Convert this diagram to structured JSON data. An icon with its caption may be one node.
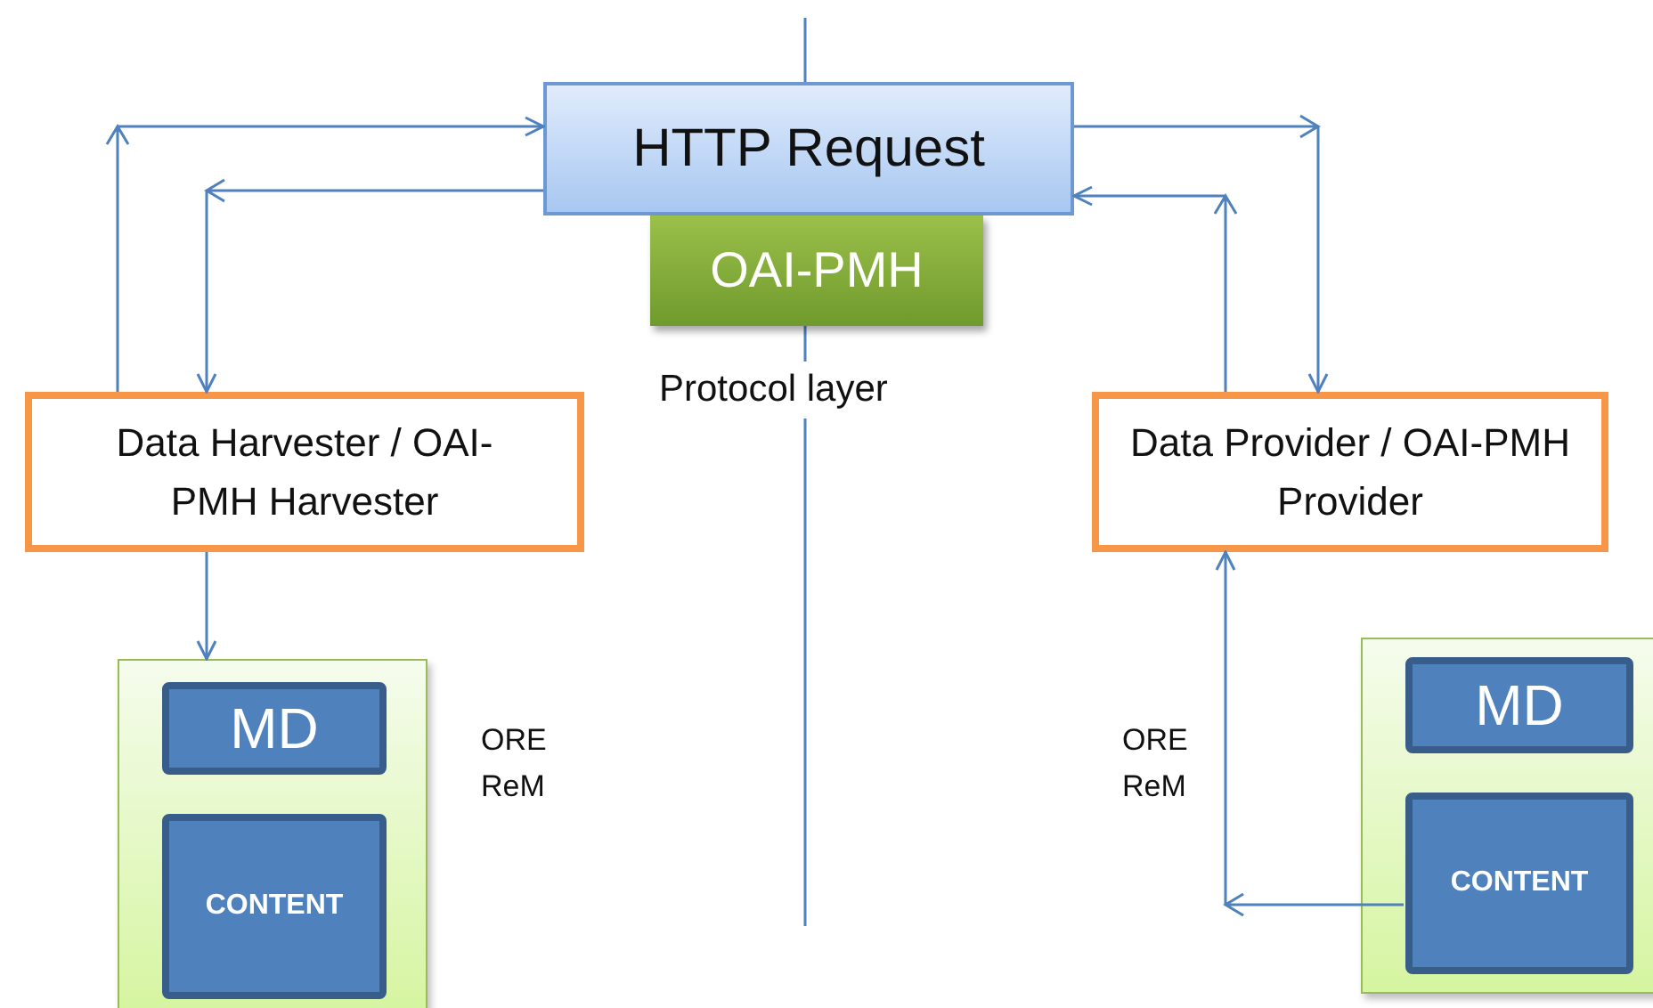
{
  "diagram": {
    "nodes": [
      {
        "text": [
          "HTTP Request"
        ]
      },
      {
        "text": [
          "OAI-PMH"
        ]
      },
      {
        "text": [
          "Data Harvester / OAI-PMH Harvester"
        ]
      },
      {
        "text": [
          "Data Provider / OAI-PMH Provider"
        ]
      },
      {
        "text": [],
        "shape": "box"
      },
      {
        "text": [
          "MD"
        ],
        "in": 4
      },
      {
        "text": [
          "CONTENT"
        ],
        "in": 4
      },
      {
        "text": [],
        "shape": "box"
      },
      {
        "text": [
          "MD"
        ],
        "in": 7
      },
      {
        "text": [
          "CONTENT"
        ],
        "in": 7
      }
    ],
    "edges": [
      {
        "from": 2,
        "to": 0,
        "arrow": "to"
      },
      {
        "from": 0,
        "to": 2,
        "arrow": "to"
      },
      {
        "from": 0,
        "to": 3,
        "arrow": "to"
      },
      {
        "from": 3,
        "to": 0,
        "arrow": "to"
      },
      {
        "from": 2,
        "to": 4,
        "arrow": "to"
      },
      {
        "from": 9,
        "to": 3,
        "arrow": "to"
      }
    ],
    "labels": [
      "Protocol layer",
      "ORE ReM",
      "ORE ReM"
    ]
  }
}
